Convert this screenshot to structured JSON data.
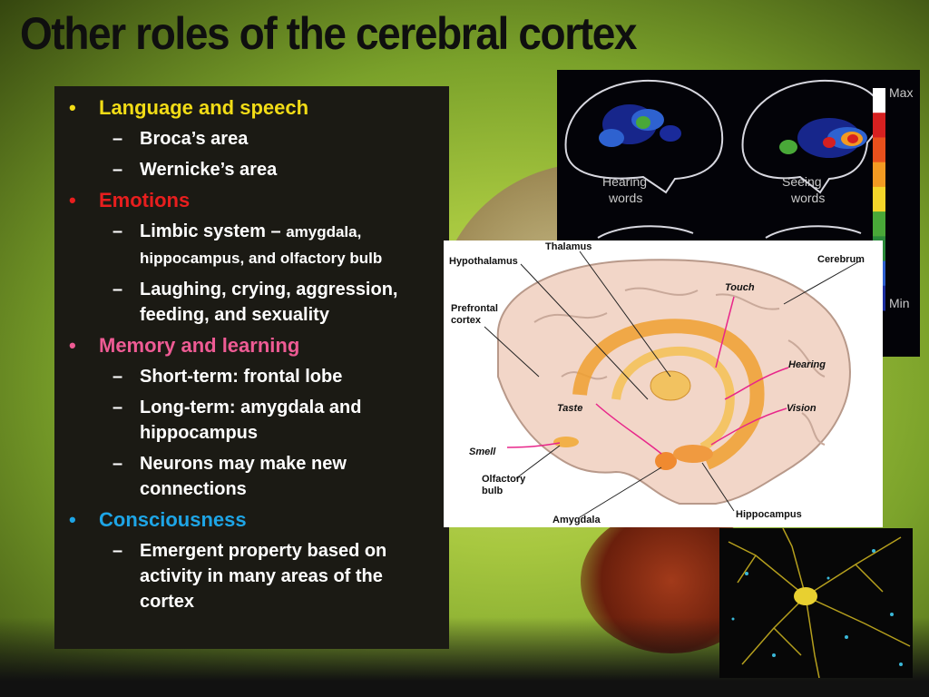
{
  "slide": {
    "title": "Other roles of the cerebral cortex"
  },
  "bullets": [
    {
      "text": "Language and speech",
      "color": "#f2dc16",
      "subitems": [
        {
          "text": "Broca’s area"
        },
        {
          "text": "Wernicke’s area"
        }
      ]
    },
    {
      "text": "Emotions",
      "color": "#e81e1e",
      "subitems": [
        {
          "text": "Limbic system – ",
          "small": "amygdala, hippocampus, and olfactory bulb"
        },
        {
          "text": "Laughing, crying, aggression, feeding, and sexuality"
        }
      ]
    },
    {
      "text": "Memory and learning",
      "color": "#ee5b94",
      "subitems": [
        {
          "text": "Short-term: frontal lobe"
        },
        {
          "text": "Long-term: amygdala and hippocampus"
        },
        {
          "text": "Neurons may make new connections"
        }
      ]
    },
    {
      "text": "Consciousness",
      "color": "#1ea5e6",
      "subitems": [
        {
          "text": "Emergent property based on activity in many areas of the cortex"
        }
      ]
    }
  ],
  "pet_scan": {
    "labels": {
      "hearing": "Hearing words",
      "seeing": "Seeing words",
      "max": "Max",
      "min": "Min"
    },
    "scale_colors": [
      "#ffffff",
      "#d62020",
      "#e8501c",
      "#f29a22",
      "#f4d52a",
      "#49a838",
      "#2a8a3a",
      "#2d5fd0",
      "#1c2ea0"
    ]
  },
  "brain_diagram": {
    "labels": {
      "thalamus": "Thalamus",
      "hypothalamus": "Hypothalamus",
      "cerebrum": "Cerebrum",
      "touch": "Touch",
      "prefrontal": "Prefrontal cortex",
      "hearing": "Hearing",
      "vision": "Vision",
      "taste": "Taste",
      "smell": "Smell",
      "olfactory": "Olfactory bulb",
      "amygdala": "Amygdala",
      "hippocampus": "Hippocampus"
    }
  }
}
